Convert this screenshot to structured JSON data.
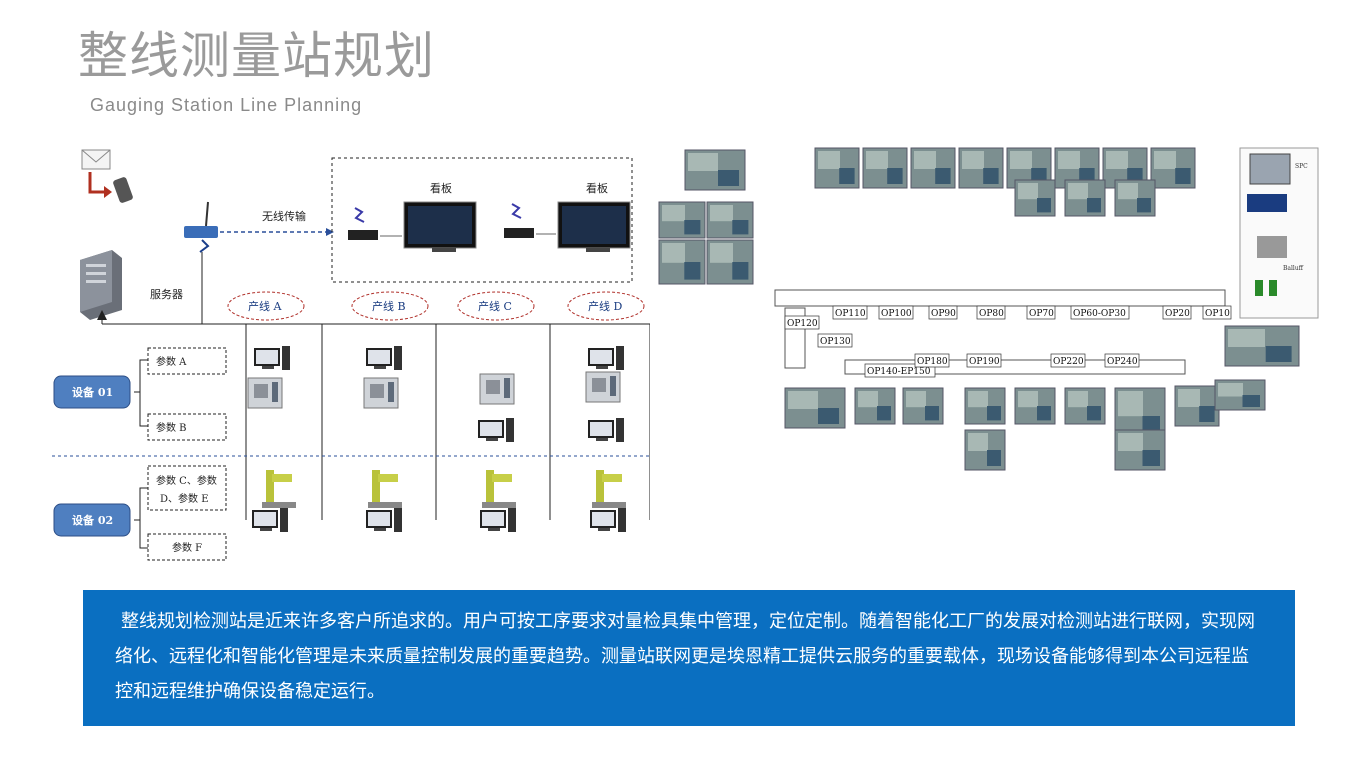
{
  "header": {
    "title": "整线测量站规划",
    "subtitle": "Gauging Station Line Planning"
  },
  "network": {
    "server_label": "服务器",
    "wireless_label": "无线传输",
    "board_label_1": "看板",
    "board_label_2": "看板",
    "lines": [
      "产线 A",
      "产线 B",
      "产线 C",
      "产线 D"
    ],
    "devices": [
      {
        "label": "设备 01",
        "params": [
          "参数 A",
          "参数 B"
        ]
      },
      {
        "label": "设备 02",
        "params": [
          "参数 C、参数",
          "D、参数 E",
          "参数 F"
        ]
      }
    ]
  },
  "layout_diagram": {
    "stations": [
      "OP110",
      "OP100",
      "OP90",
      "OP80",
      "OP70",
      "OP60-OP30",
      "OP20",
      "OP10",
      "OP120",
      "OP130",
      "OP140-EP150",
      "OP180",
      "OP190",
      "OP220",
      "OP240"
    ],
    "spc_labels": [
      "SPC",
      "Balluff"
    ]
  },
  "description": "整线规划检测站是近来许多客户所追求的。用户可按工序要求对量检具集中管理，定位定制。随着智能化工厂的发展对检测站进行联网，实现网络化、远程化和智能化管理是未来质量控制发展的重要趋势。测量站联网更是埃恩精工提供云服务的重要载体，现场设备能够得到本公司远程监控和远程维护确保设备稳定运行。"
}
